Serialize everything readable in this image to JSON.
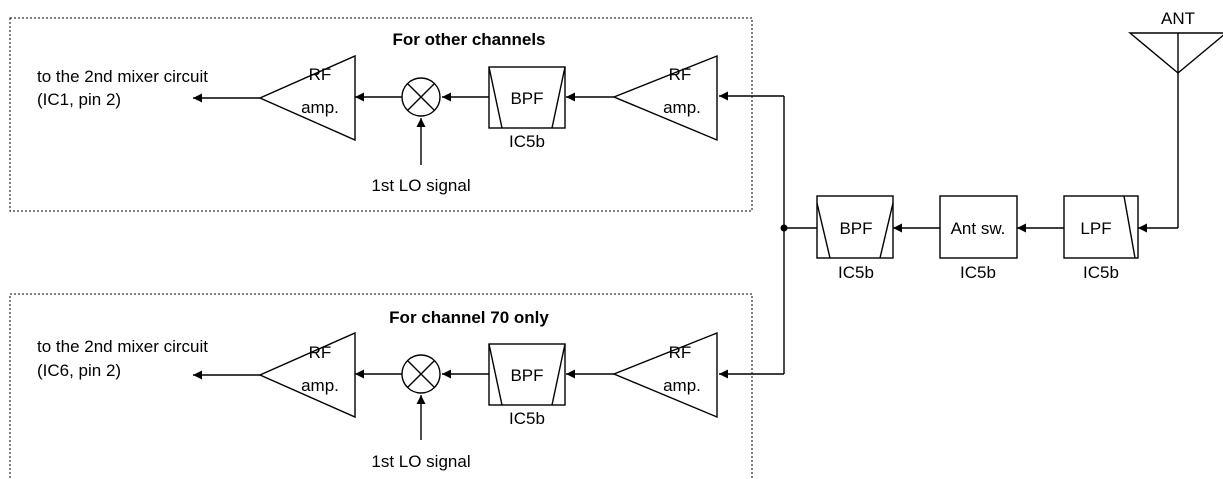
{
  "antenna": {
    "label": "ANT"
  },
  "front_end": {
    "lpf": {
      "label": "LPF",
      "ic": "IC5b"
    },
    "ant_sw": {
      "label": "Ant sw.",
      "ic": "IC5b"
    },
    "bpf": {
      "label": "BPF",
      "ic": "IC5b"
    }
  },
  "path_other": {
    "title": "For other channels",
    "output_line1": "to the 2nd mixer circuit",
    "output_line2": "(IC1, pin 2)",
    "rf_amp_line1": "RF",
    "rf_amp_line2": "amp.",
    "bpf_label": "BPF",
    "bpf_ic": "IC5b",
    "lo_label": "1st LO signal"
  },
  "path_ch70": {
    "title": "For channel 70 only",
    "output_line1": "to the 2nd mixer circuit",
    "output_line2": "(IC6, pin 2)",
    "rf_amp_line1": "RF",
    "rf_amp_line2": "amp.",
    "bpf_label": "BPF",
    "bpf_ic": "IC5b",
    "lo_label": "1st LO signal"
  }
}
